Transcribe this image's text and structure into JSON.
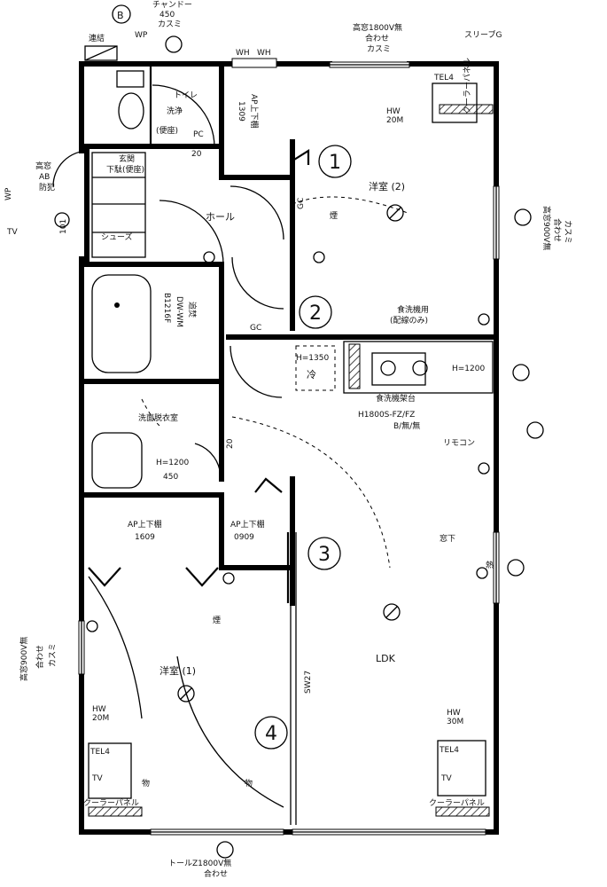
{
  "top": {
    "parking_b": "B",
    "rennei": "連結",
    "wp_label": "WP",
    "cable_l1": "チャンドー",
    "cable_l2": "450",
    "cable_l3": "カスミ",
    "wh1": "WH",
    "wh2": "WH",
    "window_top_l1": "高窓1800V無",
    "window_top_l2": "合わせ",
    "window_top_l3": "カスミ",
    "sleeve": "スリーブG"
  },
  "left": {
    "wp_e": "WP",
    "tv": "TV",
    "tv_num": "101",
    "window_l1": "高窓",
    "window_l2": "AB",
    "window_l3": "防犯",
    "window_left_l1": "高窓900V無",
    "window_left_l2": "合わせ",
    "window_left_l3": "カスミ"
  },
  "right": {
    "window_right_l1": "高窓900V無",
    "window_right_l2": "合わせ",
    "window_right_l3": "カスミ",
    "remocon": "リモコン",
    "okashita": "窓下"
  },
  "bottom": {
    "window_bottom_l1": "トールZ1800V無",
    "window_bottom_l2": "合わせ"
  },
  "rooms": {
    "toilet": "トイレ",
    "washlet": "洗浄",
    "washlet_sub": "(便座)",
    "pc": "PC",
    "entrance": "玄関",
    "entrance_sub": "下駄(便座)",
    "shoe": "シューズ",
    "hall": "ホール",
    "ap1309_l1": "AP上下棚",
    "ap1309_l2": "1309",
    "youshitsu2": "洋室 (2)",
    "bath_spec_l1": "B1216F",
    "bath_spec_l2": "DW-WM",
    "bath_spec_l3": "追焚",
    "washroom": "洗面脱衣室",
    "kitchen_l1": "H1800S-FZ/FZ",
    "kitchen_l2": "B/無/無",
    "dishwasher_l1": "食洗機用",
    "dishwasher_l2": "(配線のみ)",
    "dishwasher_base": "食洗機架台",
    "ap1609_l1": "AP上下棚",
    "ap1609_l2": "1609",
    "ap0909_l1": "AP上下棚",
    "ap0909_l2": "0909",
    "ldk": "LDK",
    "youshitsu1": "洋室 (1)",
    "sw27": "SW27",
    "gc1": "GC",
    "gc2": "GC",
    "fridge": "冷",
    "h1350": "H=1350",
    "h1200a": "H=1200",
    "h1200b": "H=1200",
    "val450": "450",
    "val20a": "20",
    "val20b": "20",
    "hw_top": "HW",
    "hw_top_sub": "20M",
    "hw_left": "HW",
    "hw_left_sub": "20M",
    "hw_right": "HW",
    "hw_right_sub": "30M",
    "tel_top": "TEL4",
    "tel_left": "TEL4",
    "tel_right": "TEL4",
    "tv_left": "TV",
    "tv_right": "TV",
    "cooler_top": "クーラーパネル",
    "cooler_left": "クーラーパネル",
    "cooler_right": "クーラーパネル",
    "mono": "物",
    "kemuri": "煙",
    "netsu": "熱"
  },
  "circles": [
    "1",
    "2",
    "3",
    "4"
  ]
}
